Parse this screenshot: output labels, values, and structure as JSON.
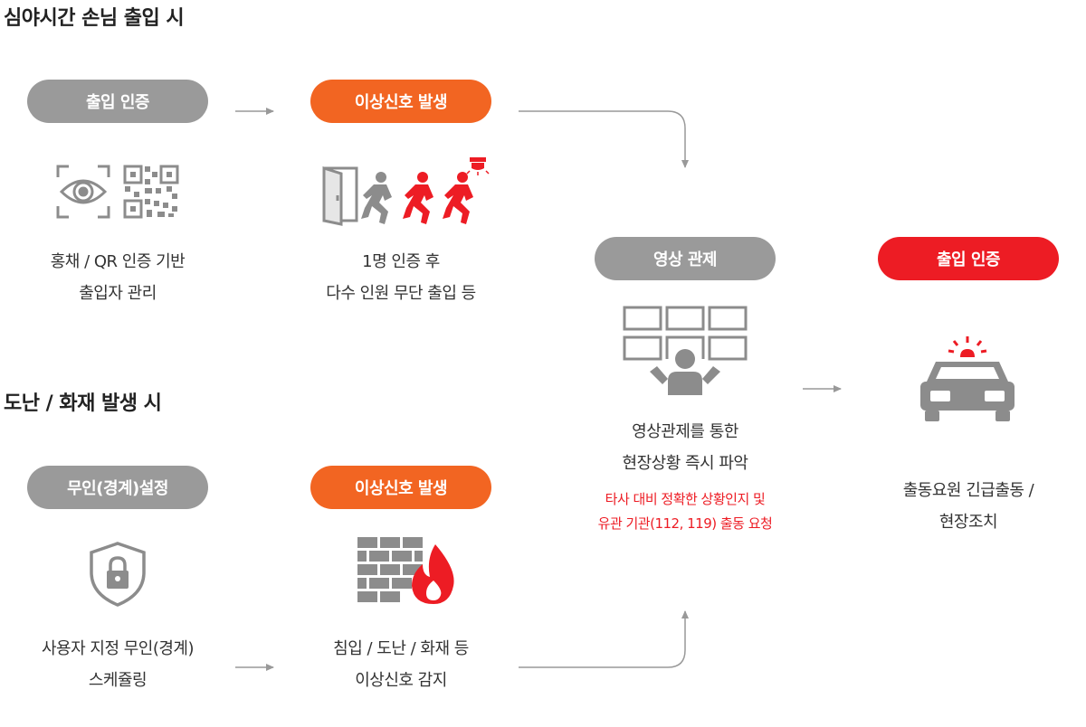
{
  "sections": {
    "night": {
      "title": "심야시간 손님 출입 시"
    },
    "theft": {
      "title": "도난 / 화재 발생 시"
    }
  },
  "steps": {
    "access_auth": {
      "label": "출입 인증",
      "desc": [
        "홍채 / QR 인증 기반",
        "출입자 관리"
      ],
      "icons": [
        "iris-scan-icon",
        "qr-code-icon"
      ]
    },
    "anomaly_night": {
      "label": "이상신호 발생",
      "desc": [
        "1명 인증 후",
        "다수 인원 무단 출입 등"
      ],
      "icons": [
        "door-icon",
        "running-people-icon",
        "alarm-light-icon"
      ]
    },
    "unmanned_setting": {
      "label": "무인(경계)설정",
      "desc": [
        "사용자 지정 무인(경계)",
        "스케쥴링"
      ],
      "icons": [
        "shield-lock-icon"
      ]
    },
    "anomaly_theft": {
      "label": "이상신호 발생",
      "desc": [
        "침입 / 도난 / 화재 등",
        "이상신호 감지"
      ],
      "icons": [
        "brick-wall-icon",
        "fire-icon"
      ]
    },
    "video_control": {
      "label": "영상 관제",
      "desc": [
        "영상관제를 통한",
        "현장상황 즉시 파악"
      ],
      "note": [
        "타사 대비 정확한 상황인지 및",
        "유관 기관(112, 119) 출동 요청"
      ],
      "icons": [
        "monitor-wall-operator-icon"
      ]
    },
    "dispatch": {
      "label": "출입 인증",
      "desc": [
        "출동요원 긴급출동 /",
        "현장조치"
      ],
      "icons": [
        "patrol-car-icon"
      ]
    }
  },
  "colors": {
    "gray": "#9a9a9a",
    "orange": "#f26522",
    "red": "#ed1c24",
    "icon_gray": "#8c8c8c",
    "arrow": "#999999"
  }
}
